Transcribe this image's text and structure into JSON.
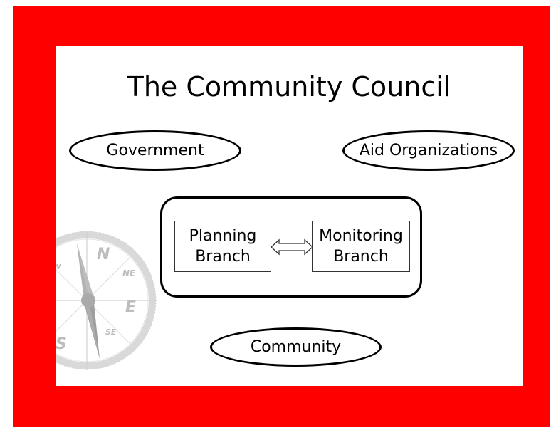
{
  "title": "The Community Council",
  "nodes": {
    "government": "Government",
    "aid": "Aid Organizations",
    "community": "Community",
    "planning": {
      "line1": "Planning",
      "line2": "Branch"
    },
    "monitoring": {
      "line1": "Monitoring",
      "line2": "Branch"
    }
  },
  "watermark": {
    "icon": "compass-icon",
    "labels": {
      "n": "N",
      "e": "E",
      "s": "S",
      "nw": "NW",
      "ne": "NE",
      "se": "SE"
    }
  },
  "colors": {
    "frame": "#ff0000",
    "slide": "#ffffff",
    "ink": "#000000"
  }
}
